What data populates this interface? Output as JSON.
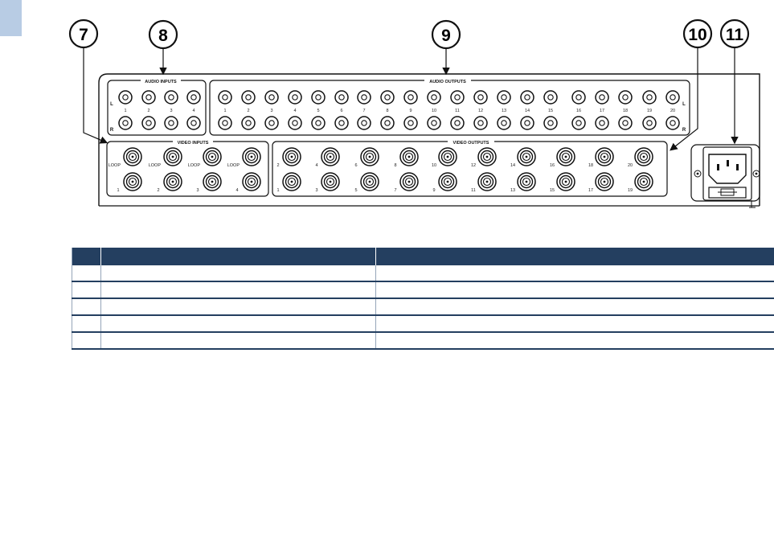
{
  "callouts": [
    "7",
    "8",
    "9",
    "10",
    "11"
  ],
  "panel": {
    "audio_inputs_title": "AUDIO INPUTS",
    "audio_outputs_title": "AUDIO OUTPUTS",
    "video_inputs_title": "VIDEO INPUTS",
    "video_outputs_title": "VIDEO OUTPUTS",
    "left_channel": "L",
    "right_channel": "R",
    "loop_label": "LOOP",
    "audio_input_numbers": [
      "1",
      "2",
      "3",
      "4"
    ],
    "audio_output_numbers": [
      "1",
      "2",
      "3",
      "4",
      "5",
      "6",
      "7",
      "8",
      "9",
      "10",
      "11",
      "12",
      "13",
      "14",
      "15",
      "16",
      "17",
      "18",
      "19",
      "20"
    ],
    "video_input_numbers": [
      "1",
      "2",
      "3",
      "4"
    ],
    "video_output_top_numbers": [
      "2",
      "4",
      "6",
      "8",
      "10",
      "12",
      "14",
      "16",
      "18",
      "20"
    ],
    "video_output_bottom_numbers": [
      "1",
      "3",
      "5",
      "7",
      "9",
      "11",
      "13",
      "15",
      "17",
      "19"
    ]
  },
  "table": {
    "headers": [
      "",
      "",
      ""
    ],
    "rows": [
      [
        "",
        "",
        ""
      ],
      [
        "",
        "",
        ""
      ],
      [
        "",
        "",
        ""
      ],
      [
        "",
        "",
        ""
      ],
      [
        "",
        "",
        ""
      ]
    ]
  }
}
